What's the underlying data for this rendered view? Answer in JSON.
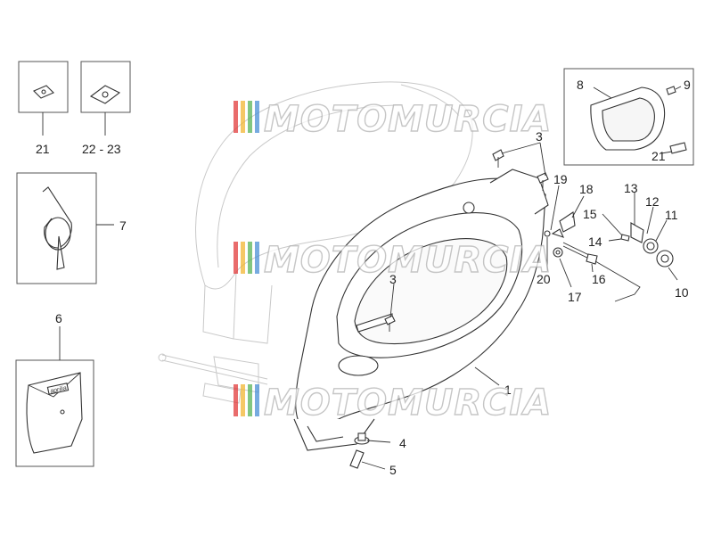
{
  "watermark": {
    "text": "MOTOMURCIA",
    "stripe_colors": [
      "#e23b3b",
      "#f2b632",
      "#59b357",
      "#4a8fd6"
    ]
  },
  "callouts": {
    "c1": "1",
    "c3a": "3",
    "c3b": "3",
    "c4": "4",
    "c5": "5",
    "c6": "6",
    "c7": "7",
    "c8": "8",
    "c9": "9",
    "c10": "10",
    "c11": "11",
    "c12": "12",
    "c13": "13",
    "c14": "14",
    "c15": "15",
    "c16": "16",
    "c17": "17",
    "c18": "18",
    "c19": "19",
    "c20": "20",
    "c21a": "21",
    "c21b": "21",
    "c2223": "22 - 23"
  },
  "toolkit_label": "aprilia"
}
